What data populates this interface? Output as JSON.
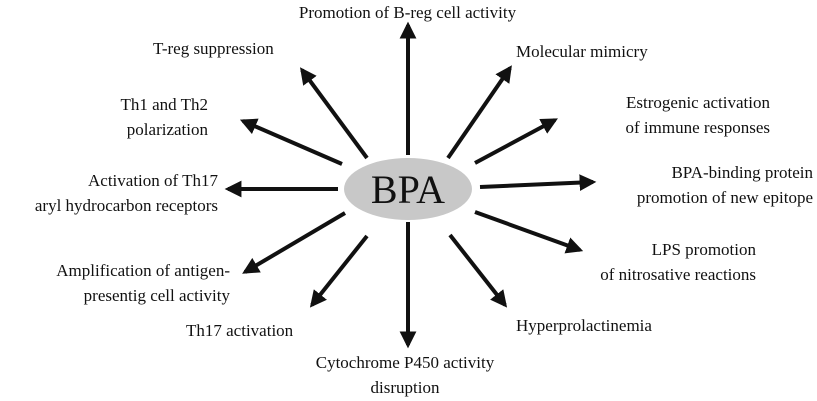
{
  "hub": {
    "label": "BPA",
    "fill": "#c8c8c8"
  },
  "arrow_color": "#111111",
  "nodes": [
    {
      "key": "breg",
      "lines": [
        "Promotion of B-reg cell activity"
      ]
    },
    {
      "key": "mimicry",
      "lines": [
        "Molecular mimicry"
      ]
    },
    {
      "key": "estrogenic",
      "lines": [
        "Estrogenic activation",
        "of immune responses"
      ]
    },
    {
      "key": "binding",
      "lines": [
        "BPA-binding protein",
        "promotion of new epitope"
      ]
    },
    {
      "key": "lps",
      "lines": [
        "LPS promotion",
        "of nitrosative reactions"
      ]
    },
    {
      "key": "hyperprol",
      "lines": [
        "Hyperprolactinemia"
      ]
    },
    {
      "key": "cyp450",
      "lines": [
        "Cytochrome P450 activity",
        "disruption"
      ]
    },
    {
      "key": "th17act",
      "lines": [
        "Th17 activation"
      ]
    },
    {
      "key": "apc",
      "lines": [
        "Amplification of antigen-",
        "presentig cell activity"
      ]
    },
    {
      "key": "th17ahr",
      "lines": [
        "Activation of Th17",
        "aryl hydrocarbon receptors"
      ]
    },
    {
      "key": "th1th2",
      "lines": [
        "Th1 and Th2",
        "polarization"
      ]
    },
    {
      "key": "treg",
      "lines": [
        "T-reg suppression"
      ]
    }
  ]
}
